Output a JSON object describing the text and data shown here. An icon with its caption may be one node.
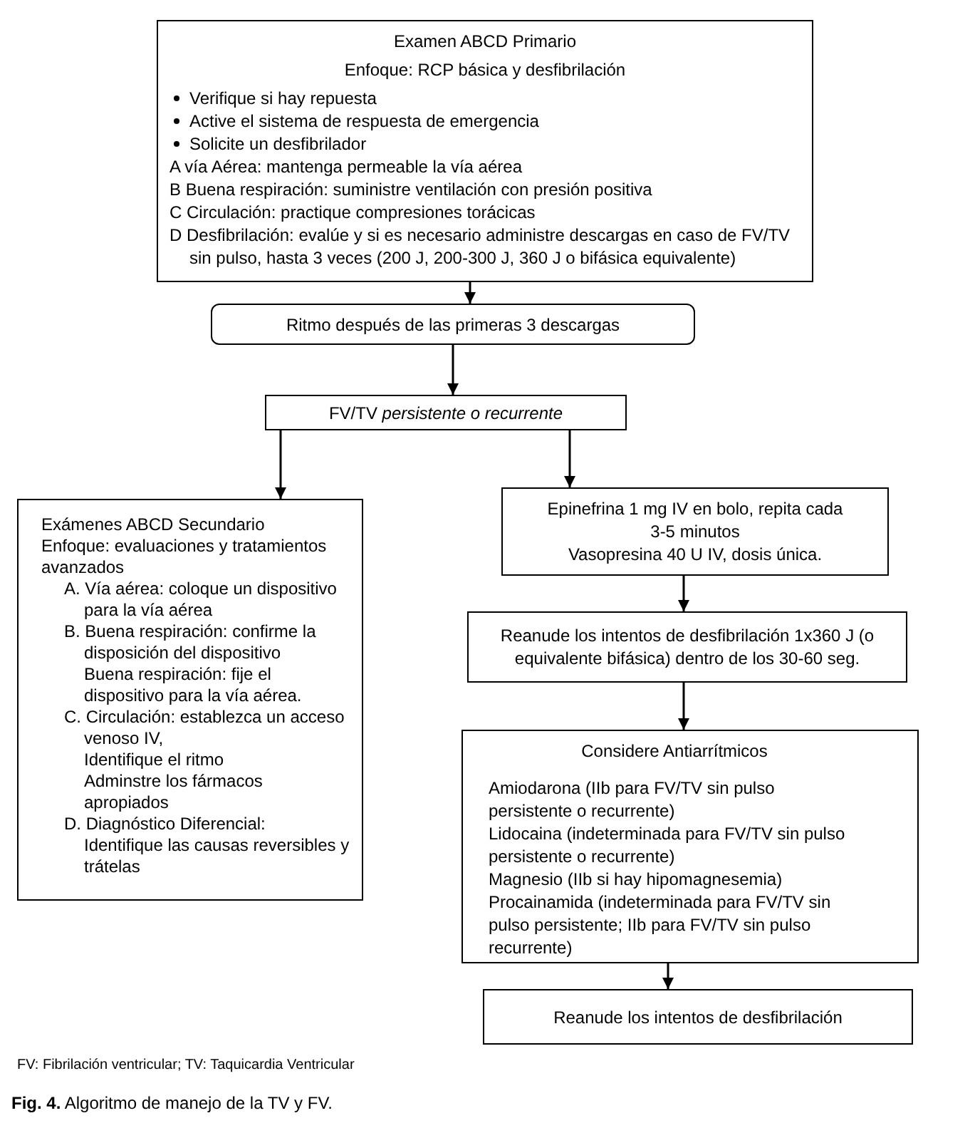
{
  "diagram": {
    "caption": "**Fig. 4.** Algoritmo de manejo de la TV y FV.",
    "nodes": [
      {
        "text": [
          "Examen ABCD Primario",
          "Enfoque: RCP básica y desfibrilación",
          "Verifique si hay repuesta",
          "Active el sistema de respuesta de emergencia",
          "Solicite un desfibrilador",
          "A vía Aérea: mantenga permeable la vía aérea",
          "B Buena respiración: suministre ventilación con presión positiva",
          "C Circulación: practique compresiones torácicas",
          "D Desfibrilación: evalúe y si es necesario administre descargas en caso de FV/TV sin pulso, hasta 3 veces (200 J, 200-300 J, 360 J o bifásica equivalente)"
        ]
      },
      {
        "text": [
          "Ritmo después de las primeras 3 descargas"
        ]
      },
      {
        "text": [
          "FV/TV *persistente o recurrente*"
        ]
      },
      {
        "text": [
          "Exámenes ABCD Secundario",
          "Enfoque: evaluaciones y tratamientos avanzados",
          "A. Vía aérea: coloque un dispositivo para la vía aérea",
          "B. Buena respiración: confirme la disposición del dispositivo",
          "Buena respiración: fije el dispositivo para la vía aérea.",
          "C. Circulación: establezca un acceso venoso IV,",
          "Identifique el ritmo",
          "Adminstre los fármacos apropiados",
          "D. Diagnóstico Diferencial:",
          "Identifique las causas reversibles y trátelas"
        ]
      },
      {
        "text": [
          "Epinefrina 1 mg IV en bolo, repita cada 3-5 minutos",
          "Vasopresina 40 U IV, dosis única."
        ]
      },
      {
        "text": [
          "Reanude los intentos de desfibrilación 1x360 J (o equivalente bifásica) dentro de los 30-60 seg."
        ]
      },
      {
        "text": [
          "Considere Antiarrítmicos",
          "Amiodarona (IIb para FV/TV sin pulso persistente o recurrente)",
          "Lidocaina (indeterminada para FV/TV sin pulso persistente o recurrente)",
          "Magnesio (IIb si hay hipomagnesemia)",
          "Procainamida (indeterminada para FV/TV sin pulso persistente; IIb para FV/TV sin pulso recurrente)"
        ]
      },
      {
        "text": [
          "Reanude los intentos de desfibrilación"
        ]
      }
    ],
    "edges": [
      {
        "from": 0,
        "to": 1,
        "arrow": "to"
      },
      {
        "from": 1,
        "to": 2,
        "arrow": "to"
      },
      {
        "from": 2,
        "to": 3,
        "arrow": "to"
      },
      {
        "from": 2,
        "to": 4,
        "arrow": "to"
      },
      {
        "from": 4,
        "to": 5,
        "arrow": "to"
      },
      {
        "from": 5,
        "to": 6,
        "arrow": "to"
      },
      {
        "from": 6,
        "to": 7,
        "arrow": "to"
      }
    ],
    "labels": [
      "FV: Fibrilación ventricular; TV: Taquicardia Ventricular"
    ]
  }
}
